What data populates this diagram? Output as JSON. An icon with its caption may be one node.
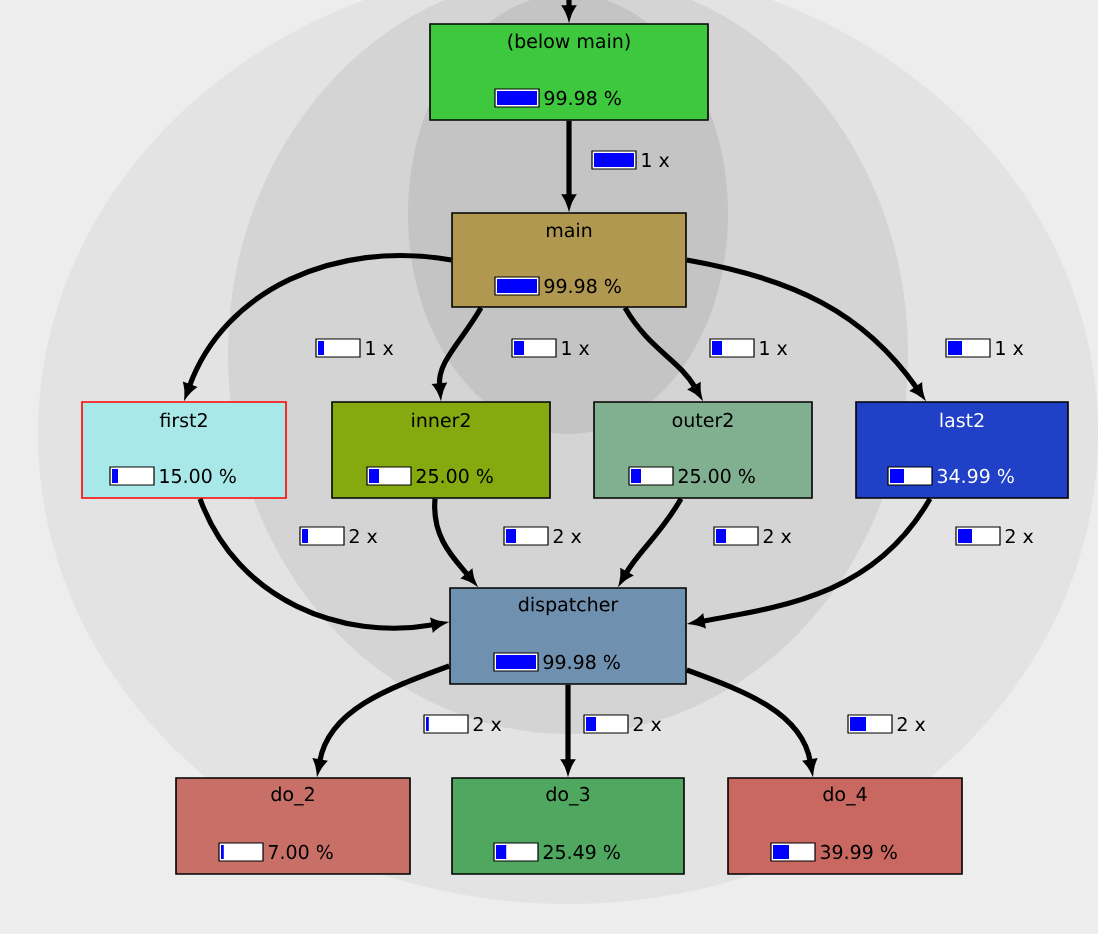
{
  "diagram": {
    "nodes": [
      {
        "text": [
          "(below main)",
          "99.98 %"
        ]
      },
      {
        "text": [
          "main",
          "99.98 %"
        ]
      },
      {
        "text": [
          "first2",
          "15.00 %"
        ]
      },
      {
        "text": [
          "inner2",
          "25.00 %"
        ]
      },
      {
        "text": [
          "outer2",
          "25.00 %"
        ]
      },
      {
        "text": [
          "last2",
          "34.99 %"
        ]
      },
      {
        "text": [
          "dispatcher",
          "99.98 %"
        ]
      },
      {
        "text": [
          "do_2",
          "7.00 %"
        ]
      },
      {
        "text": [
          "do_3",
          "25.49 %"
        ]
      },
      {
        "text": [
          "do_4",
          "39.99 %"
        ]
      }
    ],
    "edges": [
      {
        "from": null,
        "to": 0,
        "arrow": "to"
      },
      {
        "from": 0,
        "to": 1,
        "arrow": "to",
        "label": "1 x"
      },
      {
        "from": 1,
        "to": 2,
        "arrow": "to",
        "label": "1 x"
      },
      {
        "from": 1,
        "to": 3,
        "arrow": "to",
        "label": "1 x"
      },
      {
        "from": 1,
        "to": 4,
        "arrow": "to",
        "label": "1 x"
      },
      {
        "from": 1,
        "to": 5,
        "arrow": "to",
        "label": "1 x"
      },
      {
        "from": 2,
        "to": 6,
        "arrow": "to",
        "label": "2 x"
      },
      {
        "from": 3,
        "to": 6,
        "arrow": "to",
        "label": "2 x"
      },
      {
        "from": 4,
        "to": 6,
        "arrow": "to",
        "label": "2 x"
      },
      {
        "from": 5,
        "to": 6,
        "arrow": "to",
        "label": "2 x"
      },
      {
        "from": 6,
        "to": 7,
        "arrow": "to",
        "label": "2 x"
      },
      {
        "from": 6,
        "to": 8,
        "arrow": "to",
        "label": "2 x"
      },
      {
        "from": 6,
        "to": 9,
        "arrow": "to",
        "label": "2 x"
      }
    ]
  }
}
